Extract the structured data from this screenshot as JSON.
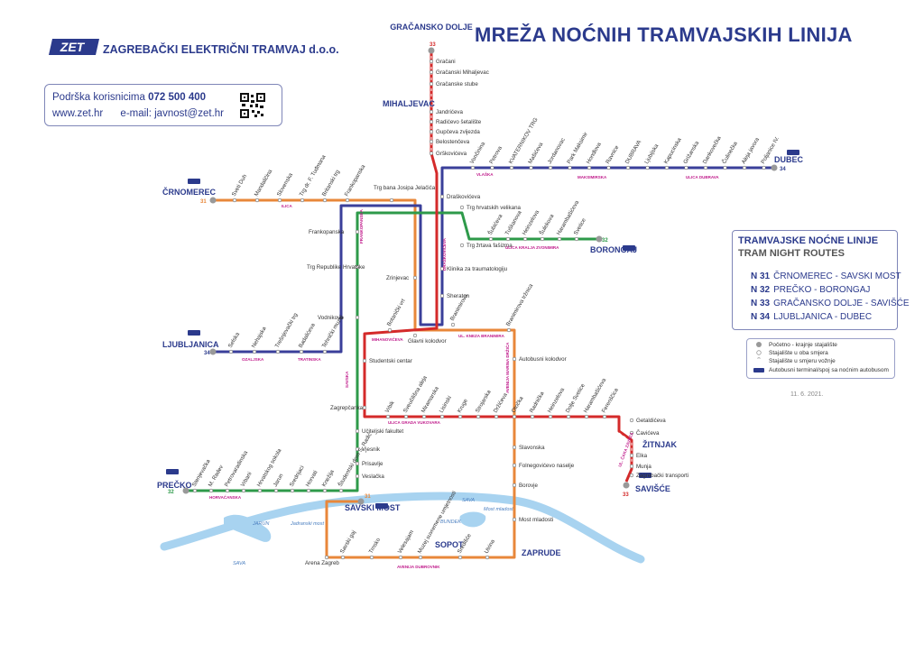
{
  "header": {
    "title": "MREŽA NOĆNIH TRAMVAJSKIH LINIJA",
    "company": "ZAGREBAČKI ELEKTRIČNI TRAMVAJ d.o.o.",
    "logo_text": "ZET"
  },
  "support": {
    "label": "Podrška korisnicima",
    "phone": "072 500 400",
    "web": "www.zet.hr",
    "email": "e-mail: javnost@zet.hr"
  },
  "routes_panel": {
    "title": "TRAMVAJSKE NOĆNE LINIJE",
    "subtitle": "TRAM NIGHT ROUTES",
    "routes": [
      {
        "code": "N 31",
        "name": "ČRNOMEREC - SAVSKI MOST",
        "color": "#e8873a"
      },
      {
        "code": "N 32",
        "name": "PREČKO - BORONGAJ",
        "color": "#2e9a4a"
      },
      {
        "code": "N 33",
        "name": "GRAČANSKO DOLJE - SAVIŠĆE",
        "color": "#d42a2a"
      },
      {
        "code": "N 34",
        "name": "LJUBLJANICA - DUBEC",
        "color": "#3a3f9a"
      }
    ]
  },
  "legend": {
    "items": [
      {
        "label": "Početno - krajnje stajalište",
        "icon": "terminal-dot-icon"
      },
      {
        "label": "Stajalište u oba smjera",
        "icon": "stop-both-icon"
      },
      {
        "label": "Stajalište u smjeru vožnje",
        "icon": "stop-one-icon"
      },
      {
        "label": "Autobusni terminal/spoj sa noćnim autobusom",
        "icon": "bus-icon"
      }
    ]
  },
  "date": "11. 6. 2021.",
  "terminals": {
    "gracansko": "GRAČANSKO DOLJE",
    "crnomerec": "ČRNOMEREC",
    "dubec": "DUBEC",
    "borongaj": "BORONGAJ",
    "ljubljanica": "LJUBLJANICA",
    "precko": "PREČKO",
    "savski_most": "SAVSKI MOST",
    "zitnjak": "ŽITNJAK",
    "savisce": "SAVIŠĆE",
    "zaprude": "ZAPRUDE",
    "mihaljevac": "MIHALJEVAC",
    "sopot": "SOPOT"
  },
  "line_numbers": {
    "n31": "31",
    "n32": "32",
    "n33": "33",
    "n34": "34"
  },
  "stations": {
    "n33_north": [
      "Gračani",
      "Gračanski Mihaljevac",
      "Gračanske stube",
      "Jandrićeva",
      "Radićevo šetalište",
      "Gupčeva zvijezda",
      "Belostenčeva",
      "Grškovićeva"
    ],
    "n34_east": [
      "Vončinina",
      "Petrova",
      "KVATERNIKOV TRG",
      "Mašićeva",
      "Jordanovac",
      "Park Maksimir",
      "Hondlova",
      "Ravnice",
      "DUBRAVA",
      "Ljubijska",
      "Kapucinska",
      "Grižanska",
      "Dankovečka",
      "Čulinečka",
      "Aleja javora",
      "Poljanice IV."
    ],
    "n31_west": [
      "Sveti Duh",
      "Mandaličina",
      "Slovenska",
      "Trg dr. F. Tuđmana",
      "Britanski trg",
      "Frankopanska"
    ],
    "center": [
      "Trg bana Josipa Jelačića",
      "Draškovićeva",
      "Trg hrvatskih velikana",
      "Trg žrtava fašizma",
      "Klinika za traumatologiju",
      "Sheraton",
      "Glavni kolodvor",
      "Frankopanska",
      "Trg Republike Hrvatske",
      "Zrinjevac",
      "Vodnikova",
      "Botanički vrt",
      "Branimirova",
      "Branimirova tržnica",
      "Studentski centar",
      "Autobusni kolodvor",
      "Zagrepčanka",
      "Učiteljski fakultet",
      "Vjesnik",
      "Prisavlje",
      "Veslačka"
    ],
    "n32_east": [
      "Šubićeva",
      "Tuškanova",
      "Heinzelova",
      "Šulekova",
      "Harambašićeva",
      "Svetice"
    ],
    "n34_west": [
      "Selska",
      "Nehajska",
      "Trešnjevački trg",
      "Badalićeva",
      "Tehnički muzej"
    ],
    "vukovarska": [
      "Vrbik",
      "Sveučilišna aleja",
      "Miramarska",
      "Lisinski",
      "Kruge",
      "Strojarska",
      "Držićeva",
      "Otočka",
      "Radnička",
      "Heinzelova",
      "Dolje Svetice",
      "Harambašićeva",
      "Ferenščica"
    ],
    "n33_south": [
      "Getaldićeva",
      "Čavićeva",
      "Elka",
      "Munja",
      "Zagrebački transporti"
    ],
    "n32_west": [
      "Stenjevačka",
      "M. Radev",
      "Petrovaradinska",
      "Vrbani",
      "Hrvatskog sokola",
      "Jarun",
      "Srednjaci",
      "Horvati",
      "Knežija",
      "Študentski dom S. Radić"
    ],
    "marina_drzica": [
      "Slavonska",
      "Folnegovićevo naselje",
      "Borovje",
      "Most mladosti"
    ],
    "dubrovnik": [
      "Arena Zagreb",
      "Savski gaj",
      "Trnsko",
      "Velesajam",
      "Muzej suvremene umjetnosti",
      "Središće",
      "Utrina"
    ]
  },
  "streets": [
    "ILICA",
    "VLAŠKA",
    "MAKSIMIRSKA",
    "ULICA DUBRAVA",
    "ULICA KRALJA ZVONIMIRA",
    "FRANKOPANSKA",
    "SAVSKA",
    "OZALJSKA",
    "TRATINSKA",
    "MIHANOVIĆEVA",
    "UL. KNEZA BRANIMIRA",
    "ULICA GRADA VUKOVARA",
    "AVENIJA MARINA DRŽIĆA",
    "HORVAĆANSKA",
    "AVENIJA DUBROVNIK",
    "UL. ČAKA ZAVRZA",
    "DRAŠKOVIĆEVA"
  ],
  "water": {
    "river": "SAVA",
    "lake1": "JARUN",
    "lake2": "BUNDEK",
    "bridge1": "Jadranski most",
    "bridge2": "Most mladosti"
  }
}
